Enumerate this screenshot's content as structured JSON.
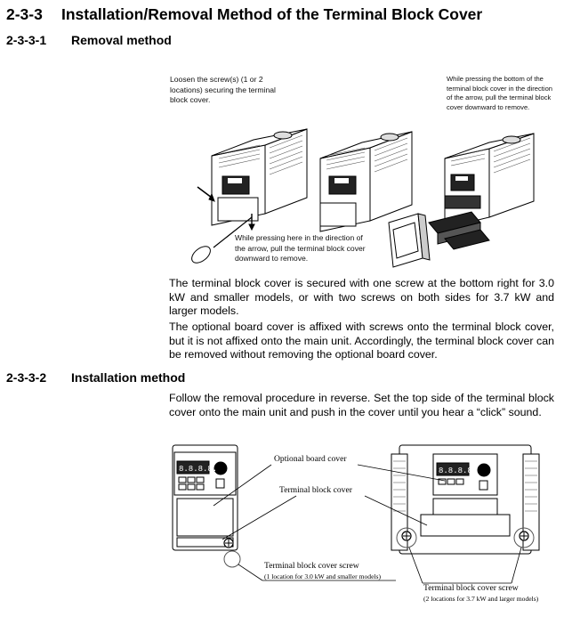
{
  "section": {
    "number": "2-3-3",
    "title": "Installation/Removal Method of the Terminal Block Cover"
  },
  "removal": {
    "number": "2-3-3-1",
    "title": "Removal method",
    "callout_loosen": "Loosen the screw(s) (1 or 2 locations) securing the terminal block cover.",
    "callout_press_here": "While pressing here in the direction of the arrow, pull the terminal block cover downward to remove.",
    "callout_press_bottom": "While pressing the bottom of the terminal block cover in the direction of the arrow, pull the terminal block cover downward to remove.",
    "para1": "The terminal block cover is secured with one screw at the bottom right for 3.0 kW and smaller models, or with two screws on both sides for 3.7 kW and larger models.",
    "para2": "The optional board cover is affixed with screws onto the terminal block cover, but it is not affixed onto the main unit. Accordingly, the terminal block cover can be removed without removing the optional board cover."
  },
  "installation": {
    "number": "2-3-3-2",
    "title": "Installation method",
    "para": "Follow the removal procedure in reverse. Set the top side of the terminal block cover onto the main unit and push in the cover until you hear a “click” sound."
  },
  "figure": {
    "label_optional_board_cover": "Optional board cover",
    "label_terminal_block_cover": "Terminal block cover",
    "label_screw_small": "Terminal block cover screw",
    "label_screw_small_note": "(1 location for 3.0 kW and smaller models)",
    "label_screw_large": "Terminal block cover screw",
    "label_screw_large_note": "(2 locations for 3.7 kW and larger models)",
    "display_digits": "8.8.8.8."
  }
}
